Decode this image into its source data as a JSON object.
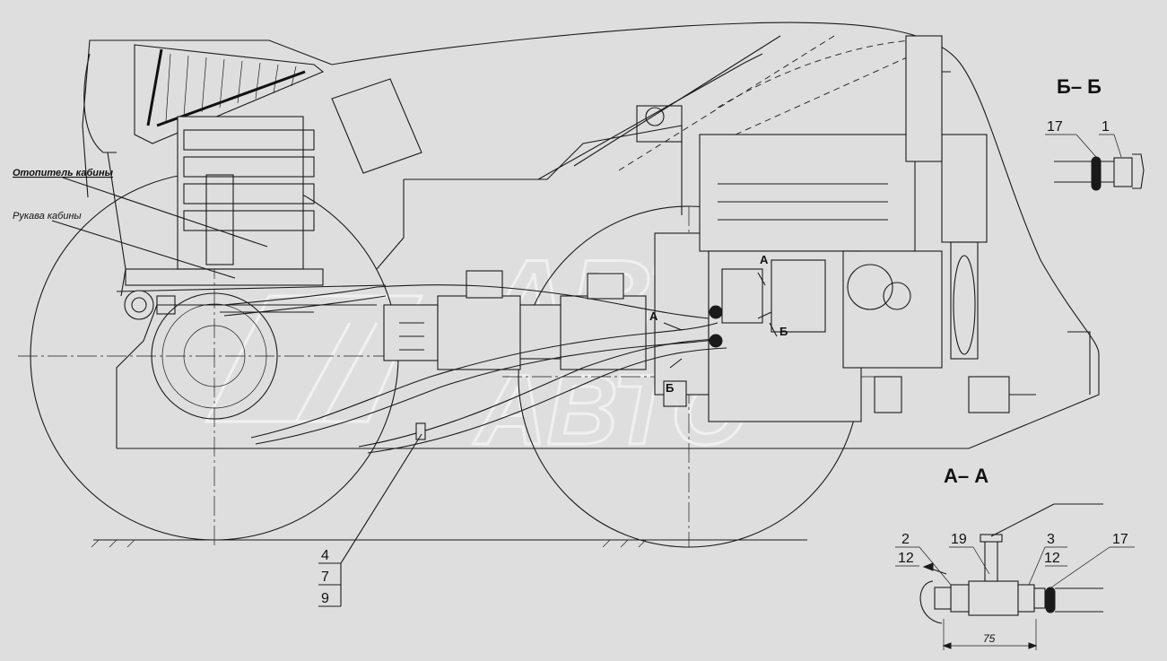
{
  "labels": {
    "heater": "Отопитель кабины",
    "hoses": "Рукава кабины",
    "section_bb": "Б– Б",
    "section_aa": "А– А",
    "view_a_left": "А",
    "view_a_top": "А",
    "view_b_bottom": "Б",
    "view_b_right": "Б"
  },
  "callouts": {
    "main_stack": [
      "4",
      "7",
      "9"
    ],
    "bb_left": "17",
    "bb_right": "1",
    "aa_left_top": "2",
    "aa_left_bottom": "12",
    "aa_mid": "19",
    "aa_right_top": "3",
    "aa_right_bottom": "12",
    "aa_far_right": "17"
  },
  "dimension_aa": "75",
  "watermark": [
    "АВТО",
    "АВТО"
  ]
}
